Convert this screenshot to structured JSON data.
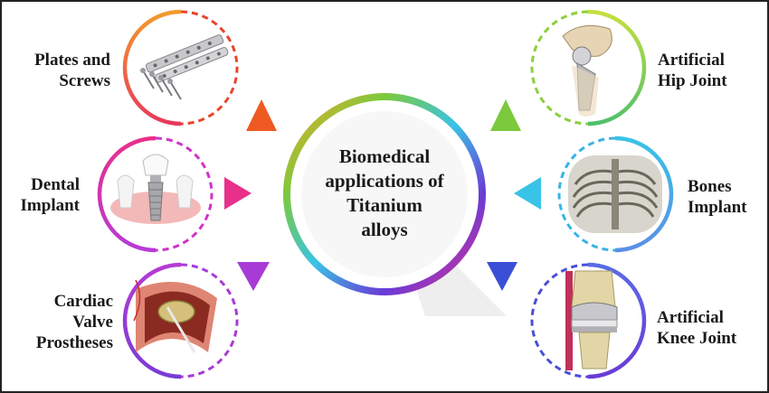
{
  "center": {
    "lines": [
      "Biomedical",
      "applications of",
      "Titanium",
      "alloys"
    ]
  },
  "items": [
    {
      "id": "plates-and-screws",
      "lines": [
        "Plates and",
        "Screws"
      ],
      "color": "#e8452c",
      "icon": "plates-screws-icon"
    },
    {
      "id": "dental-implant",
      "lines": [
        "Dental",
        "Implant"
      ],
      "color": "#e8308a",
      "icon": "dental-implant-icon"
    },
    {
      "id": "cardiac-valve-prostheses",
      "lines": [
        "Cardiac",
        "Valve",
        "Prostheses"
      ],
      "color": "#9b3bd6",
      "icon": "cardiac-valve-icon"
    },
    {
      "id": "artificial-hip-joint",
      "lines": [
        "Artificial",
        "Hip Joint"
      ],
      "color": "#7cc93e",
      "icon": "hip-joint-icon"
    },
    {
      "id": "bones-implant",
      "lines": [
        "Bones",
        "Implant"
      ],
      "color": "#39c3e6",
      "icon": "rib-cage-icon"
    },
    {
      "id": "artificial-knee-joint",
      "lines": [
        "Artificial",
        "Knee Joint"
      ],
      "color": "#3b4fd6",
      "icon": "knee-joint-icon"
    }
  ]
}
